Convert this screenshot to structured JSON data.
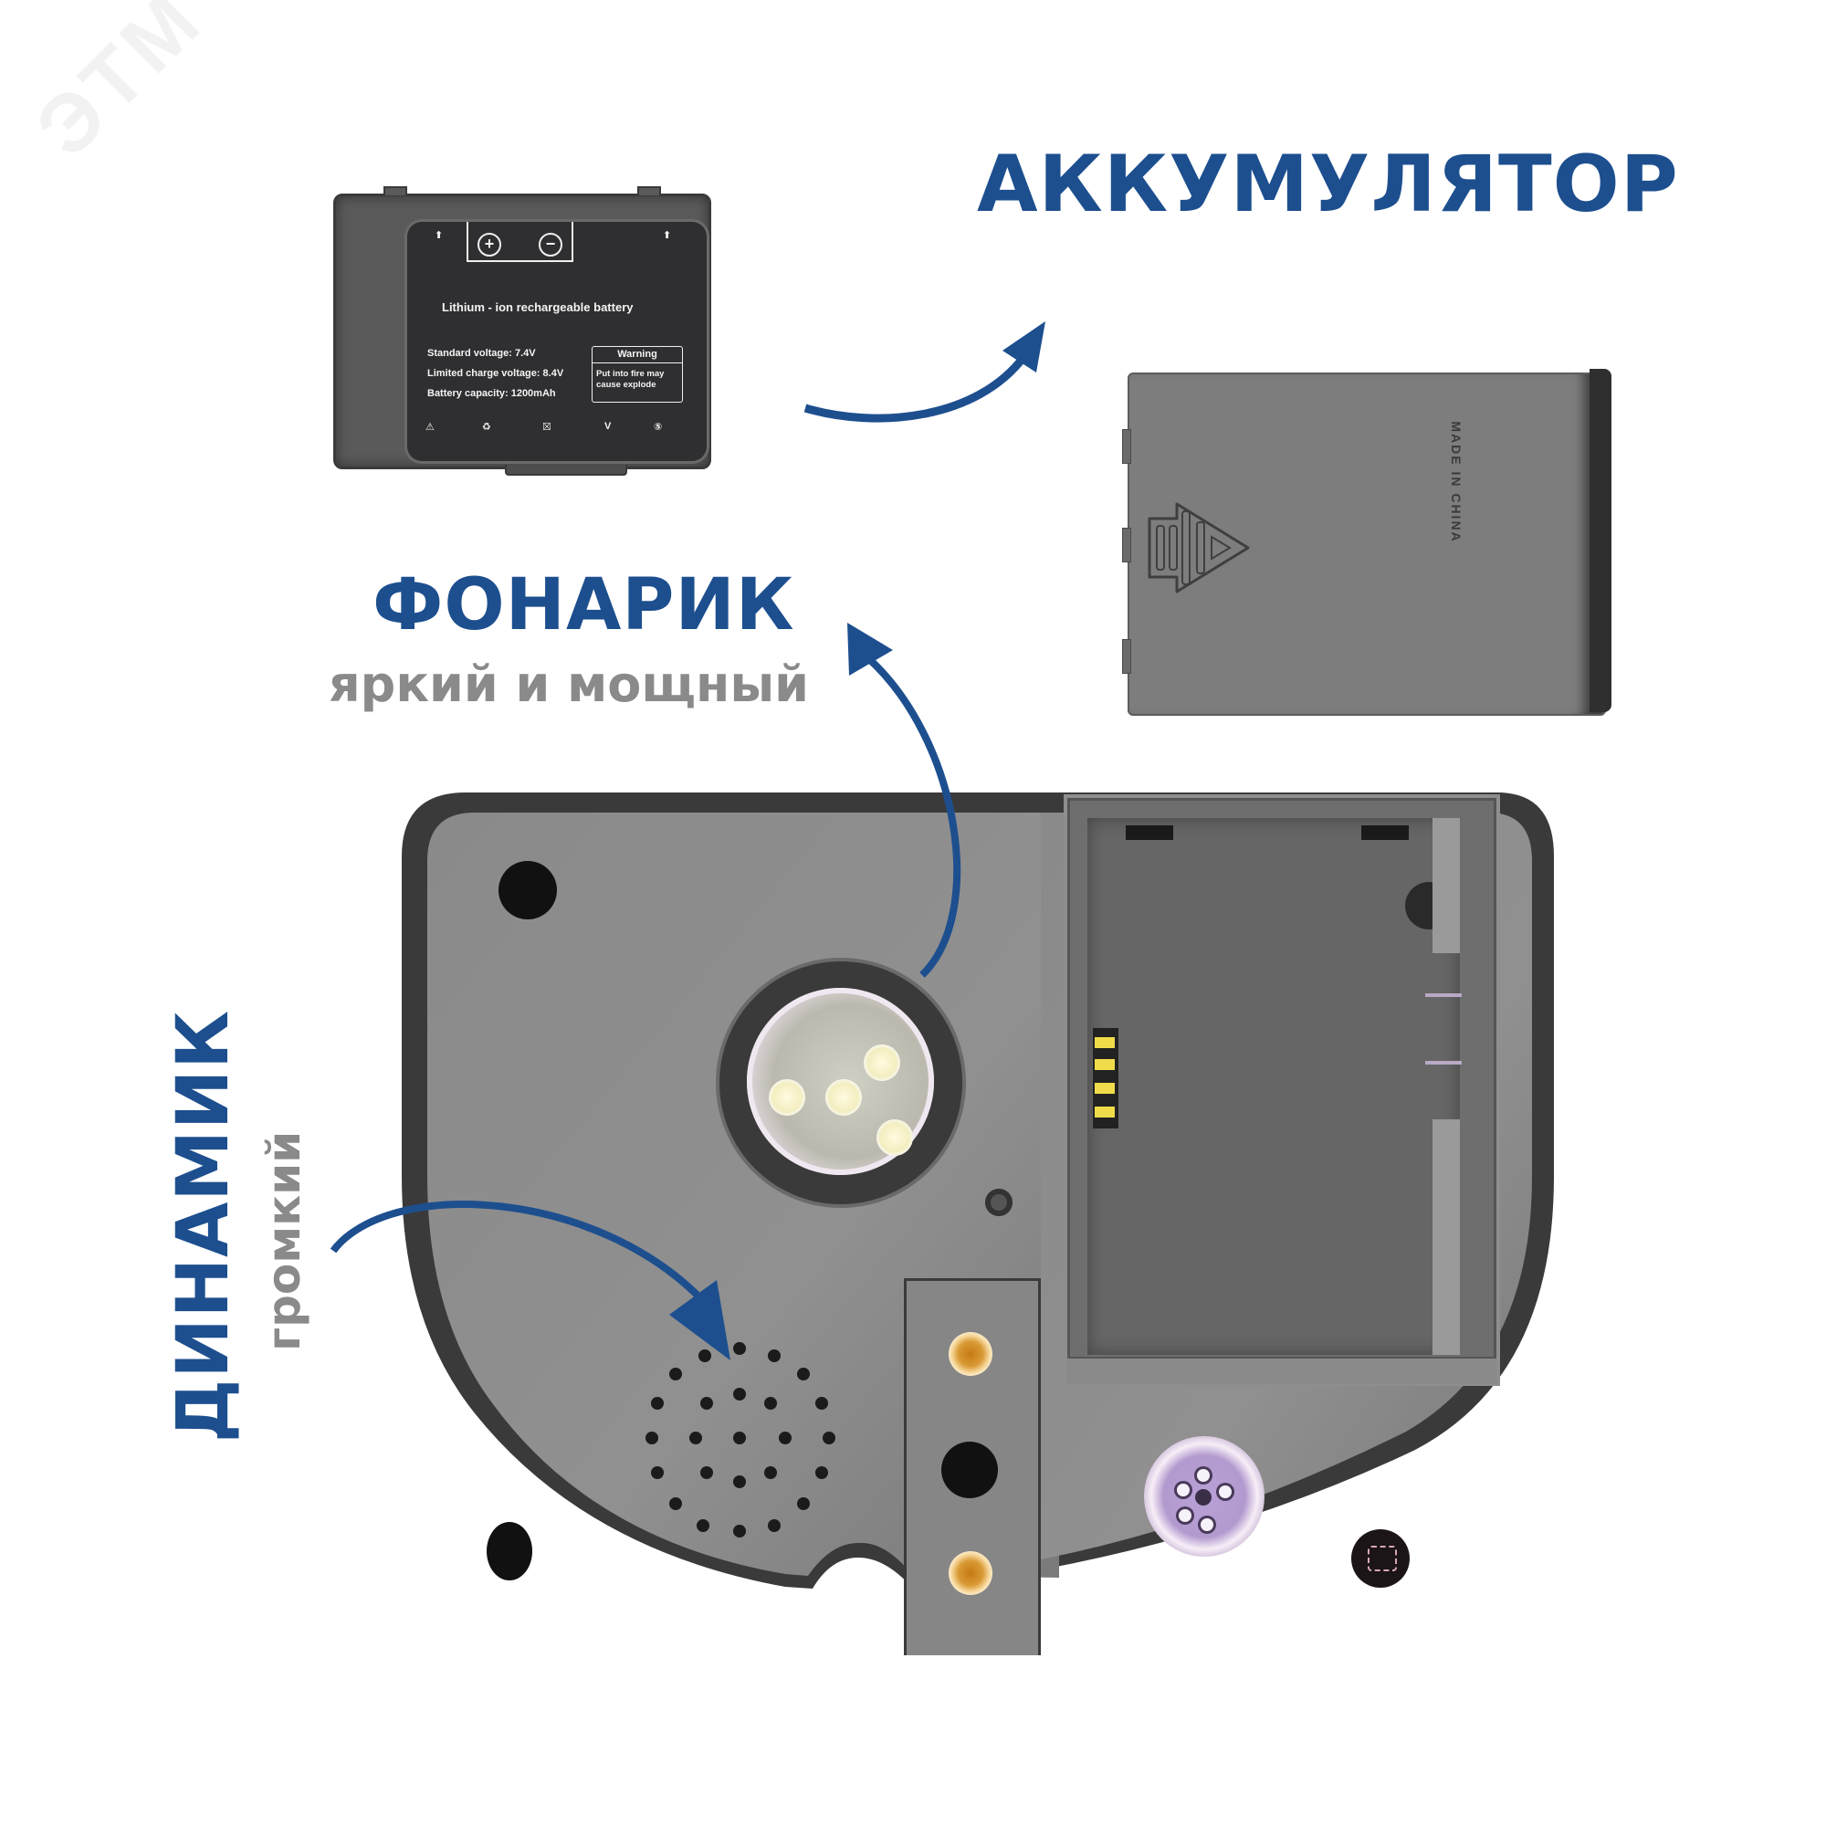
{
  "watermark": {
    "text": "ЭТМ"
  },
  "callouts": {
    "battery": {
      "title": "АККУМУЛЯТОР"
    },
    "flashlight": {
      "title": "ФОНАРИК",
      "subtitle": "яркий и мощный"
    },
    "speaker": {
      "title": "ДИНАМИК",
      "subtitle": "громкий"
    }
  },
  "battery_label": {
    "polarity_plus": "+",
    "polarity_minus": "−",
    "arrow_left": "⬆",
    "arrow_right": "⬆",
    "type": "Lithium - ion rechargeable battery",
    "specs": [
      "Standard voltage: 7.4V",
      "Limited charge voltage: 8.4V",
      "Battery capacity: 1200mAh"
    ],
    "warning_title": "Warning",
    "warning_body_line1": "Put into fire may",
    "warning_body_line2": "cause explode",
    "symbols": [
      "⚠",
      "♻",
      "☒",
      "V",
      "⑤"
    ]
  },
  "battery_cover": {
    "marking": "MADE IN CHINA"
  },
  "colors": {
    "accent_blue": "#1d4f8f",
    "subtitle_grey": "#8a8a8a",
    "device_dark": "#3a3a3a",
    "device_face": "#8c8c8c"
  }
}
